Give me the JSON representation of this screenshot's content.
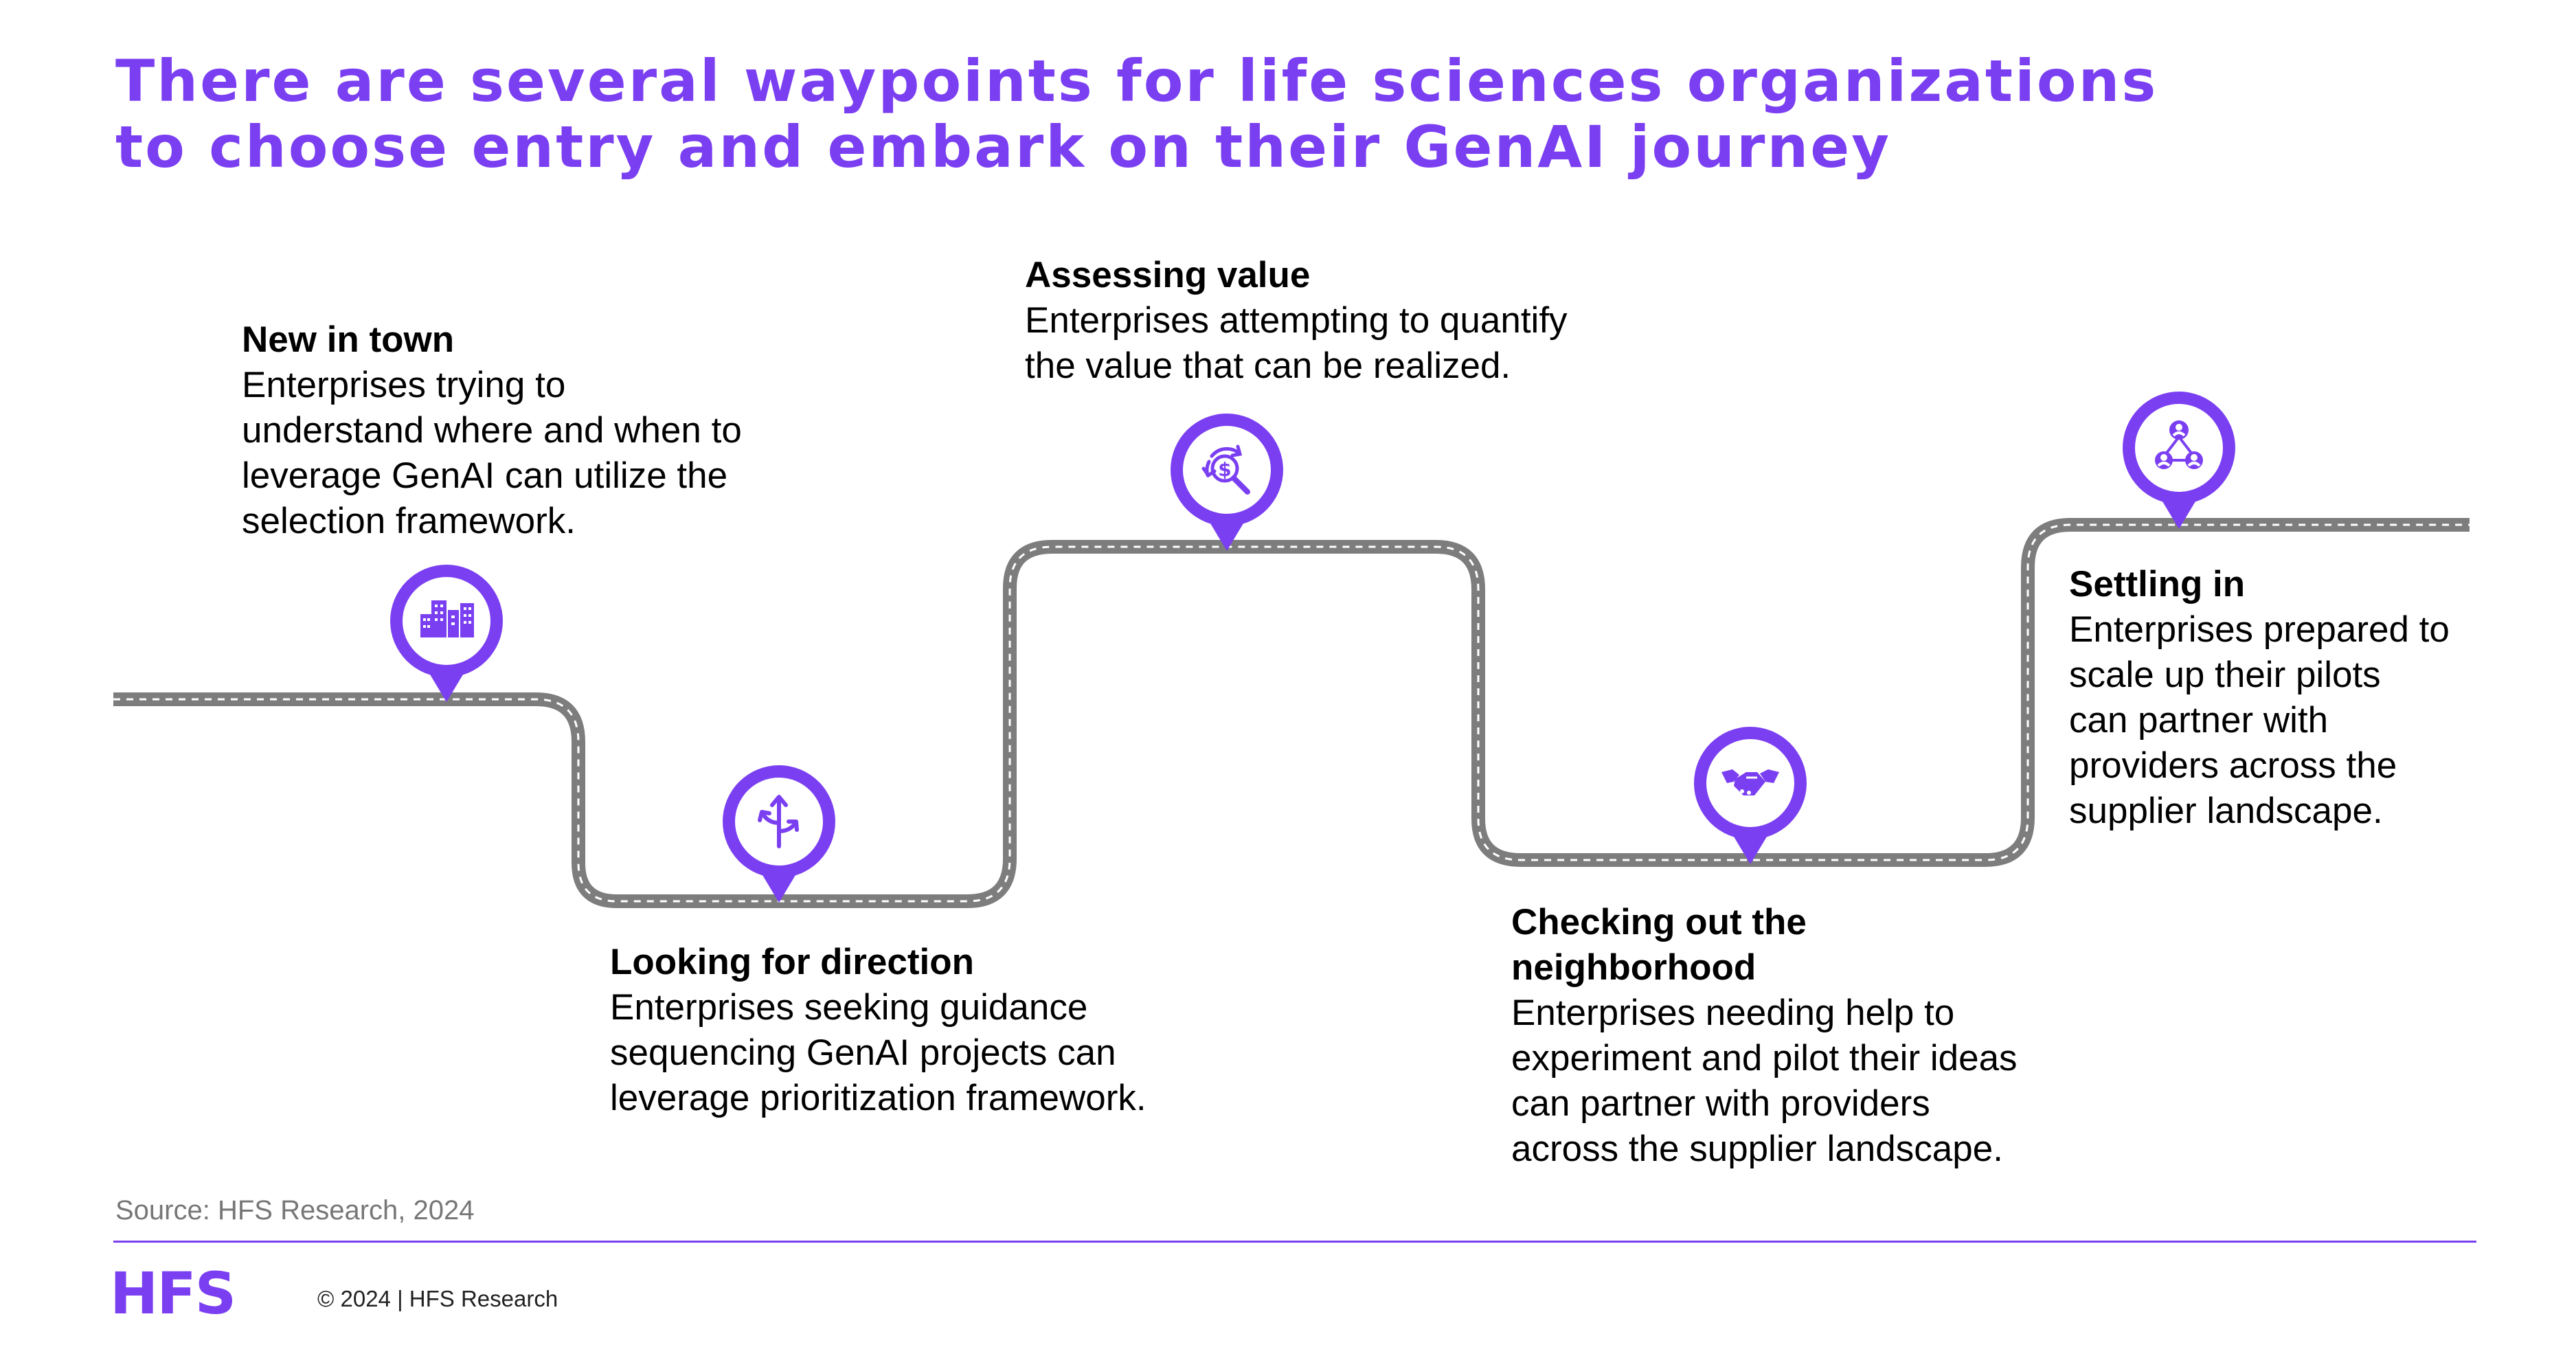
{
  "title": {
    "line1": "There are several waypoints for life sciences organizations",
    "line2": "to choose entry and embark on their GenAI journey"
  },
  "waypoints": [
    {
      "heading": "New in town",
      "lines": [
        "Enterprises trying to",
        "understand where and when to",
        "leverage GenAI can utilize the",
        "selection framework."
      ],
      "icon": "buildings-icon"
    },
    {
      "heading": "Looking for direction",
      "lines": [
        "Enterprises seeking guidance",
        "sequencing GenAI projects can",
        "leverage prioritization framework."
      ],
      "icon": "direction-arrows-icon"
    },
    {
      "heading": "Assessing value",
      "lines": [
        "Enterprises attempting to quantify",
        "the value that can be realized."
      ],
      "icon": "dollar-search-icon"
    },
    {
      "heading": "Checking out the",
      "heading2": "neighborhood",
      "lines": [
        "Enterprises needing help to",
        "experiment and pilot their ideas",
        "can partner with providers",
        "across the supplier landscape."
      ],
      "icon": "handshake-icon"
    },
    {
      "heading": "Settling in",
      "lines": [
        "Enterprises prepared to",
        "scale up their pilots",
        "can partner with",
        "providers across the",
        "supplier landscape."
      ],
      "icon": "network-people-icon"
    }
  ],
  "footer": {
    "source": "Source: HFS Research, 2024",
    "logo": "HFS",
    "copyright": "© 2024 | HFS Research"
  },
  "colors": {
    "accent": "#7b3ff2",
    "road": "#7d7d7d",
    "road_dash": "#ffffff"
  }
}
